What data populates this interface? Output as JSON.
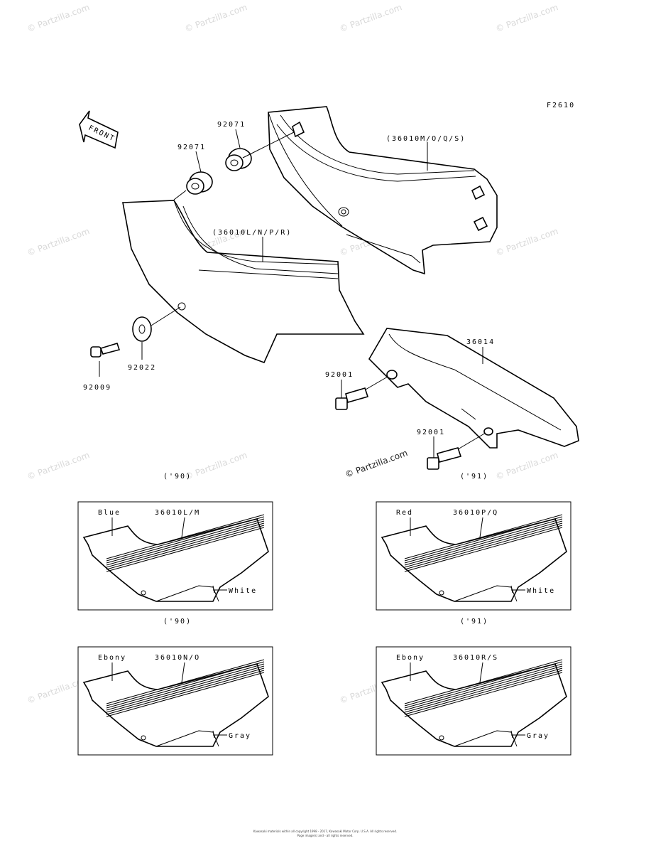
{
  "figure_code": "F2610",
  "front_label": "FRONT",
  "watermark": "© Partzilla.com",
  "parts": {
    "grommet_a": "92071",
    "grommet_b": "92071",
    "cover_right": "(36010M/O/Q/S)",
    "cover_left": "(36010L/N/P/R)",
    "washer": "92022",
    "screw": "92009",
    "guard": "36014",
    "bolt_a": "92001",
    "bolt_b": "92001"
  },
  "variants": [
    {
      "year": "('90)",
      "color": "Blue",
      "part": "36010L/M",
      "stripe": "White"
    },
    {
      "year": "('91)",
      "color": "Red",
      "part": "36010P/Q",
      "stripe": "White"
    },
    {
      "year": "('90)",
      "color": "Ebony",
      "part": "36010N/O",
      "stripe": "Gray"
    },
    {
      "year": "('91)",
      "color": "Ebony",
      "part": "36010R/S",
      "stripe": "Gray"
    }
  ],
  "footer": {
    "line1": "Kawasaki materials within all copyright 1998 - 2017, Kawasaki Motor Corp. U.S.A. All rights reserved.",
    "line2": "Page image(s) and - all rights reserved."
  }
}
